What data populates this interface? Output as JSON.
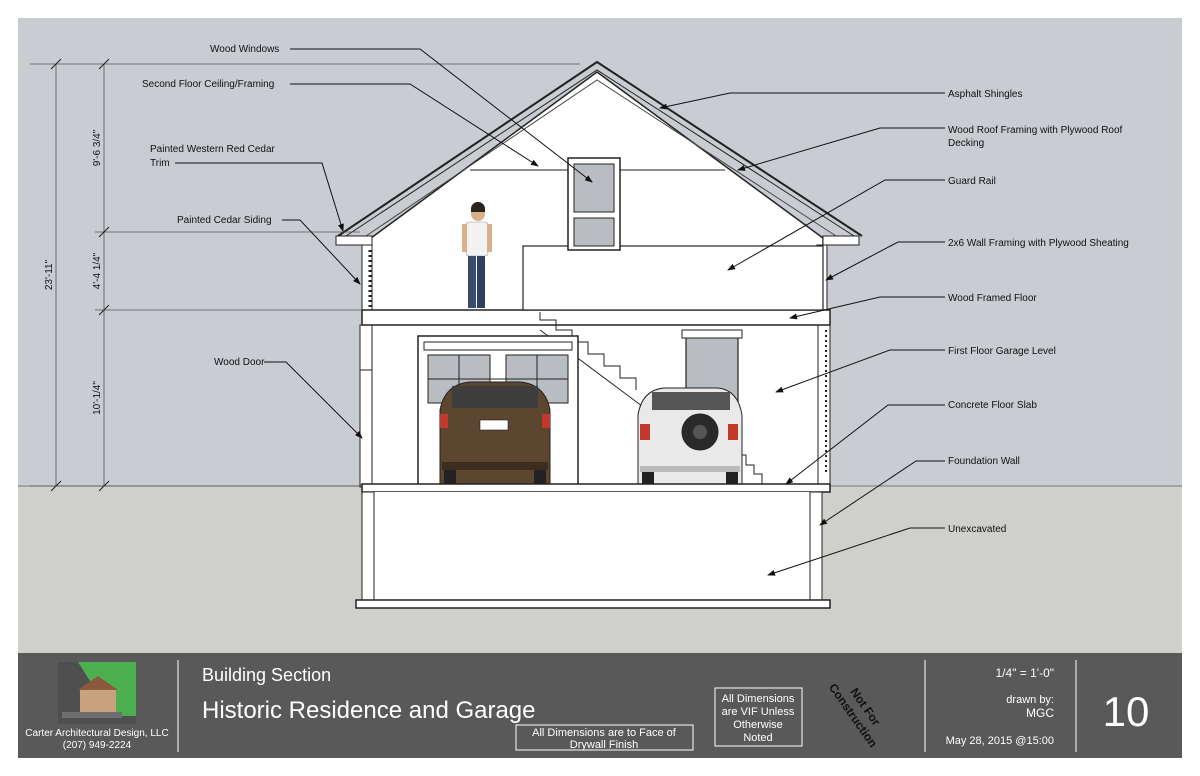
{
  "callouts_left": {
    "wood_windows": "Wood Windows",
    "second_floor_ceiling": "Second Floor Ceiling/Framing",
    "red_cedar_trim_1": "Painted Western Red Cedar",
    "red_cedar_trim_2": "Trim",
    "cedar_siding": "Painted Cedar Siding",
    "wood_door": "Wood Door"
  },
  "callouts_right": {
    "asphalt_shingles": "Asphalt Shingles",
    "roof_framing_1": "Wood Roof Framing with Plywood Roof",
    "roof_framing_2": "Decking",
    "guard_rail": "Guard Rail",
    "wall_framing": "2x6 Wall Framing with Plywood Sheating",
    "wood_framed_floor": "Wood Framed Floor",
    "first_floor_garage": "First Floor Garage Level",
    "concrete_slab": "Concrete Floor Slab",
    "foundation_wall": "Foundation Wall",
    "unexcavated": "Unexcavated"
  },
  "dimensions": {
    "upper": "9'-6 3/4\"",
    "middle": "4'-4 1/4\"",
    "lower": "10'-1/4\"",
    "overall": "23'-11\""
  },
  "title_block": {
    "company": "Carter Architectural Design, LLC",
    "phone": "(207) 949-2224",
    "sheet_type": "Building Section",
    "project": "Historic Residence and Garage",
    "note_drywall_1": "All Dimensions are to Face of",
    "note_drywall_2": "Drywall Finish",
    "note_vif_1": "All Dimensions",
    "note_vif_2": "are VIF Unless",
    "note_vif_3": "Otherwise",
    "note_vif_4": "Noted",
    "stamp_1": "Not For",
    "stamp_2": "Construction",
    "scale": "1/4\" = 1'-0\"",
    "drawn_by_label": "drawn by:",
    "drawn_by": "MGC",
    "date": "May 28, 2015 @15:00",
    "sheet_number": "10"
  },
  "colors": {
    "sky": "#c9ccd1",
    "ground": "#cfcfcb",
    "titlebar": "#595959",
    "car_brown": "#5d4630",
    "car_white": "#e9e9e9"
  }
}
